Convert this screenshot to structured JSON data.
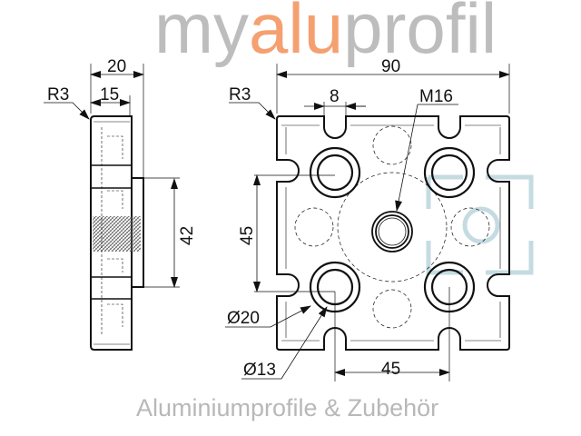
{
  "drawing": {
    "side_view": {
      "width_total": "20",
      "width_body": "15",
      "radius": "R3",
      "boss_height": "42"
    },
    "front_view": {
      "width": "90",
      "slot_width": "8",
      "radius": "R3",
      "thread": "M16",
      "hole_spacing_vertical": "45",
      "hole_spacing_horizontal": "45",
      "counterbore_diameter": "Ø20",
      "hole_diameter": "Ø13"
    }
  },
  "watermark": {
    "brand_prefix": "my",
    "brand_accent": "alu",
    "brand_suffix": "profil",
    "tagline": "Aluminiumprofile & Zubehör"
  },
  "colors": {
    "line": "#111111",
    "accent": "#f5a070",
    "logo_icon": "#9fc4d0"
  }
}
